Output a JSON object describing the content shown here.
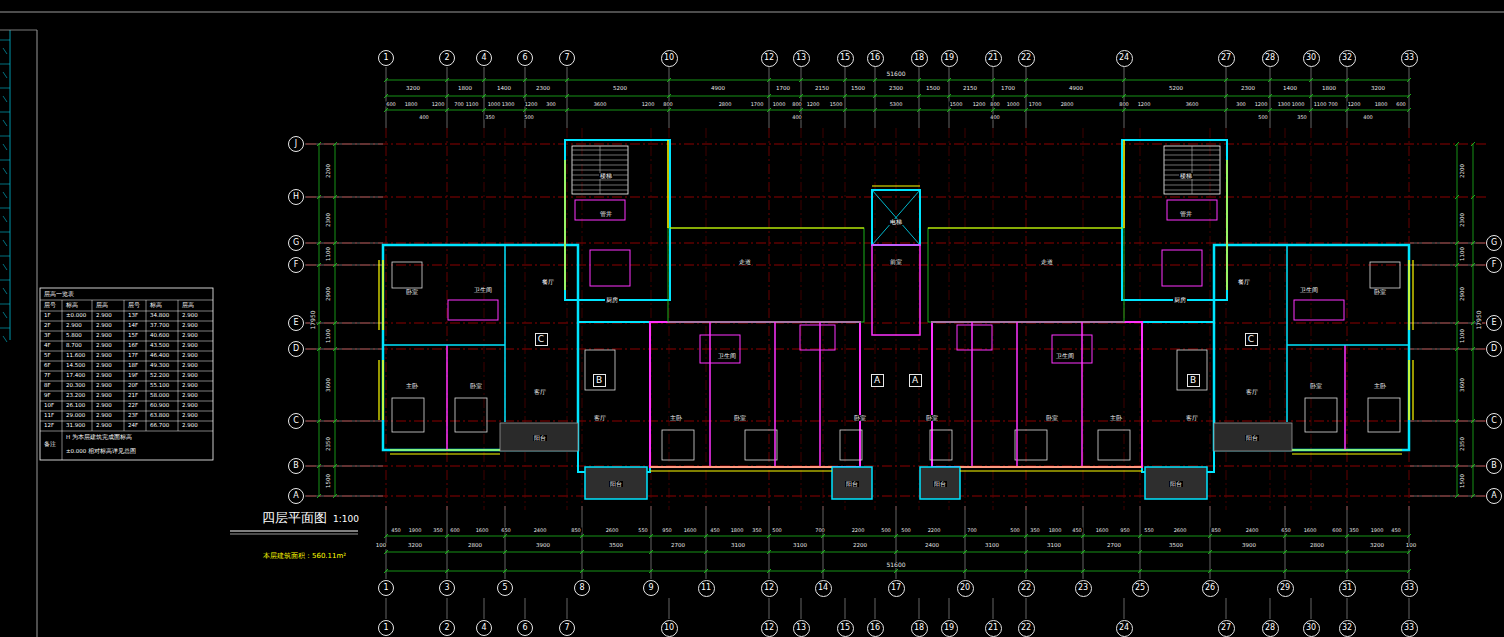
{
  "diagram": {
    "title": "四层平面图",
    "nodes": [
      {
        "text": [
          "1"
        ]
      },
      {
        "text": [
          "2"
        ]
      },
      {
        "text": [
          "4"
        ]
      },
      {
        "text": [
          "6"
        ]
      },
      {
        "text": [
          "7"
        ]
      },
      {
        "text": [
          "10"
        ]
      },
      {
        "text": [
          "12"
        ]
      },
      {
        "text": [
          "13"
        ]
      },
      {
        "text": [
          "15"
        ]
      },
      {
        "text": [
          "16"
        ]
      },
      {
        "text": [
          "18"
        ]
      },
      {
        "text": [
          "19"
        ]
      },
      {
        "text": [
          "21"
        ]
      },
      {
        "text": [
          "22"
        ]
      },
      {
        "text": [
          "24"
        ]
      },
      {
        "text": [
          "27"
        ]
      },
      {
        "text": [
          "28"
        ]
      },
      {
        "text": [
          "30"
        ]
      },
      {
        "text": [
          "32"
        ]
      },
      {
        "text": [
          "33"
        ]
      },
      {
        "text": [
          "J"
        ]
      },
      {
        "text": [
          "H"
        ]
      },
      {
        "text": [
          "G"
        ]
      },
      {
        "text": [
          "F"
        ]
      },
      {
        "text": [
          "E"
        ]
      },
      {
        "text": [
          "D"
        ]
      },
      {
        "text": [
          "C"
        ]
      },
      {
        "text": [
          "B"
        ]
      },
      {
        "text": [
          "A"
        ]
      },
      {
        "text": [
          "G"
        ]
      },
      {
        "text": [
          "F"
        ]
      },
      {
        "text": [
          "E"
        ]
      },
      {
        "text": [
          "D"
        ]
      },
      {
        "text": [
          "C"
        ]
      },
      {
        "text": [
          "B"
        ]
      },
      {
        "text": [
          "A"
        ]
      },
      {
        "text": [
          "C"
        ]
      },
      {
        "text": [
          "B"
        ]
      },
      {
        "text": [
          "A"
        ]
      },
      {
        "text": [
          "A"
        ]
      },
      {
        "text": [
          "B"
        ]
      },
      {
        "text": [
          "C"
        ]
      },
      {
        "text": [
          "1"
        ]
      },
      {
        "text": [
          "3"
        ]
      },
      {
        "text": [
          "5"
        ]
      },
      {
        "text": [
          "8"
        ]
      },
      {
        "text": [
          "9"
        ]
      },
      {
        "text": [
          "11"
        ]
      },
      {
        "text": [
          "12"
        ]
      },
      {
        "text": [
          "14"
        ]
      },
      {
        "text": [
          "17"
        ]
      },
      {
        "text": [
          "20"
        ]
      },
      {
        "text": [
          "22"
        ]
      },
      {
        "text": [
          "23"
        ]
      },
      {
        "text": [
          "25"
        ]
      },
      {
        "text": [
          "26"
        ]
      },
      {
        "text": [
          "29"
        ]
      },
      {
        "text": [
          "31"
        ]
      },
      {
        "text": [
          "33"
        ]
      },
      {
        "text": [
          "1"
        ]
      },
      {
        "text": [
          "2"
        ]
      },
      {
        "text": [
          "4"
        ]
      },
      {
        "text": [
          "6"
        ]
      },
      {
        "text": [
          "7"
        ]
      },
      {
        "text": [
          "10"
        ]
      },
      {
        "text": [
          "12"
        ]
      },
      {
        "text": [
          "13"
        ]
      },
      {
        "text": [
          "15"
        ]
      },
      {
        "text": [
          "16"
        ]
      },
      {
        "text": [
          "18"
        ]
      },
      {
        "text": [
          "19"
        ]
      },
      {
        "text": [
          "21"
        ]
      },
      {
        "text": [
          "22"
        ]
      },
      {
        "text": [
          "24"
        ]
      },
      {
        "text": [
          "27"
        ]
      },
      {
        "text": [
          "28"
        ]
      },
      {
        "text": [
          "30"
        ]
      },
      {
        "text": [
          "32"
        ]
      },
      {
        "text": [
          "33"
        ]
      }
    ],
    "labels": [
      "51600",
      "3200",
      "1800",
      "1400",
      "2300",
      "5200",
      "4900",
      "1700",
      "2150",
      "1500",
      "2300",
      "1500",
      "2150",
      "1700",
      "4900",
      "5200",
      "2300",
      "1400",
      "1800",
      "3200",
      "600",
      "1800",
      "1200",
      "700",
      "1100",
      "1000",
      "1300",
      "1200",
      "300",
      "3600",
      "1200",
      "800",
      "2800",
      "1700",
      "1000",
      "800",
      "1200",
      "1500",
      "5300",
      "1500",
      "1200",
      "800",
      "1000",
      "1700",
      "2800",
      "800",
      "1200",
      "3600",
      "300",
      "1200",
      "1300",
      "1000",
      "1100",
      "700",
      "1200",
      "1800",
      "600",
      "400",
      "350",
      "500",
      "400",
      "400",
      "500",
      "350",
      "400",
      "450",
      "1900",
      "350",
      "600",
      "1600",
      "650",
      "2400",
      "850",
      "2600",
      "550",
      "950",
      "1600",
      "450",
      "1800",
      "350",
      "500",
      "700",
      "2200",
      "500",
      "500",
      "2200",
      "700",
      "500",
      "350",
      "1800",
      "450",
      "1600",
      "950",
      "550",
      "2600",
      "850",
      "2400",
      "650",
      "1600",
      "600",
      "350",
      "1900",
      "450",
      "100",
      "3200",
      "2800",
      "3900",
      "3500",
      "2700",
      "3100",
      "3100",
      "2200",
      "2400",
      "3100",
      "3100",
      "2700",
      "3500",
      "3900",
      "2800",
      "3200",
      "100",
      "51600",
      "2200",
      "2300",
      "1100",
      "2900",
      "1100",
      "3600",
      "2350",
      "1500",
      "17950",
      "2200",
      "2300",
      "1100",
      "2900",
      "1100",
      "3600",
      "2350",
      "1500",
      "17950",
      "卧室",
      "卫生间",
      "餐厅",
      "主卧",
      "卧室",
      "客厅",
      "厨房",
      "楼梯",
      "管井",
      "走道",
      "客厅",
      "主卧",
      "卧室",
      "卫生间",
      "卧室",
      "阳台",
      "阳台",
      "阳台",
      "电梯",
      "前室",
      "卧室",
      "卫生间",
      "餐厅",
      "主卧",
      "卧室",
      "客厅",
      "厨房",
      "楼梯",
      "管井",
      "走道",
      "客厅",
      "主卧",
      "卧室",
      "卫生间",
      "卧室",
      "阳台",
      "阳台",
      "阳台",
      "层高一览表",
      "层号",
      "标高",
      "层高",
      "层号",
      "标高",
      "层高",
      "1F",
      "±0.000",
      "2.900",
      "13F",
      "34.800",
      "2.900",
      "2F",
      "2.900",
      "2.900",
      "14F",
      "37.700",
      "2.900",
      "3F",
      "5.800",
      "2.900",
      "15F",
      "40.600",
      "2.900",
      "4F",
      "8.700",
      "2.900",
      "16F",
      "43.500",
      "2.900",
      "5F",
      "11.600",
      "2.900",
      "17F",
      "46.400",
      "2.900",
      "6F",
      "14.500",
      "2.900",
      "18F",
      "49.300",
      "2.900",
      "7F",
      "17.400",
      "2.900",
      "19F",
      "52.200",
      "2.900",
      "8F",
      "20.300",
      "2.900",
      "20F",
      "55.100",
      "2.900",
      "9F",
      "23.200",
      "2.900",
      "21F",
      "58.000",
      "2.900",
      "10F",
      "26.100",
      "2.900",
      "22F",
      "60.900",
      "2.900",
      "11F",
      "29.000",
      "2.900",
      "23F",
      "63.800",
      "2.900",
      "12F",
      "31.900",
      "2.900",
      "24F",
      "66.700",
      "2.900",
      "备注",
      "H 为本层建筑完成面标高",
      "±0.000 相对标高详见总图",
      "1:100",
      "本层建筑面积：560.11m²"
    ]
  }
}
